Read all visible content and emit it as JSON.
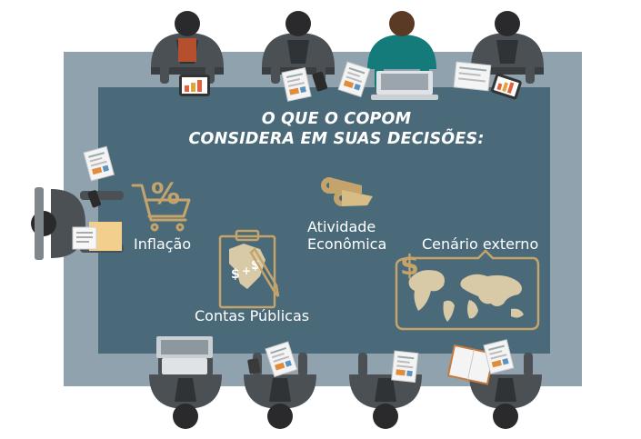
{
  "title": {
    "line1": "O QUE O COPOM",
    "line2": "CONSIDERA EM SUAS DECISÕES:"
  },
  "factors": {
    "inflacao": "Inflação",
    "atividade_line1": "Atividade",
    "atividade_line2": "Econômica",
    "contas": "Contas Públicas",
    "cenario": "Cenário externo"
  },
  "icons": {
    "cart_symbol": "%",
    "dollar_a": "$",
    "dollar_b": "$",
    "plus": "+",
    "world_dollar": "$"
  },
  "colors": {
    "table_frame": "#8fa2ae",
    "table_top": "#4a6a7a",
    "accent": "#c4a46a",
    "text": "#ffffff"
  }
}
